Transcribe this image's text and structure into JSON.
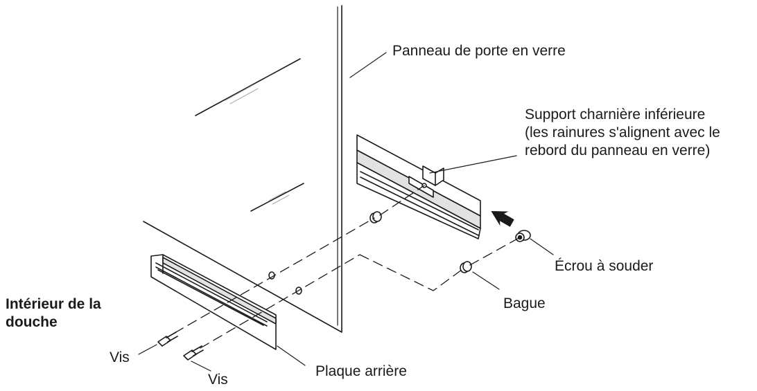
{
  "labels": {
    "glass_panel": "Panneau de porte en verre",
    "bottom_hinge_bracket": [
      "Support charnière inférieure",
      "(les rainures s'alignent avec le",
      "rebord du panneau en verre)"
    ],
    "weld_nut": "Écrou à souder",
    "bushing": "Bague",
    "shower_interior": [
      "Intérieur de la",
      "douche"
    ],
    "screw_1": "Vis",
    "screw_2": "Vis",
    "back_plate": "Plaque arrière"
  },
  "colors": {
    "stroke": "#1a1a1a",
    "fill": "#ffffff",
    "shade": "#e2e2e2"
  }
}
